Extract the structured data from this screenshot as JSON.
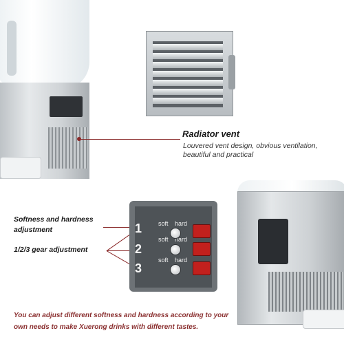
{
  "radiator": {
    "title": "Radiator vent",
    "description": "Louvered vent design, obvious ventilation, beautiful and practical"
  },
  "controls": {
    "softness_label": "Softness and hardness adjustment",
    "gear_label": "1/2/3 gear adjustment",
    "panel": {
      "rows": [
        {
          "number": "1",
          "soft": "soft",
          "hard": "hard"
        },
        {
          "number": "2",
          "soft": "soft",
          "hard": "hard"
        },
        {
          "number": "3",
          "soft": "soft",
          "hard": "hard"
        }
      ]
    }
  },
  "footer": {
    "note": "You can adjust different softness and hardness according to your own needs to make Xuerong drinks with different tastes."
  },
  "colors": {
    "accent_line": "#8a2a2a",
    "note_text": "#8a2f2f",
    "switch_red": "#c2201d"
  }
}
